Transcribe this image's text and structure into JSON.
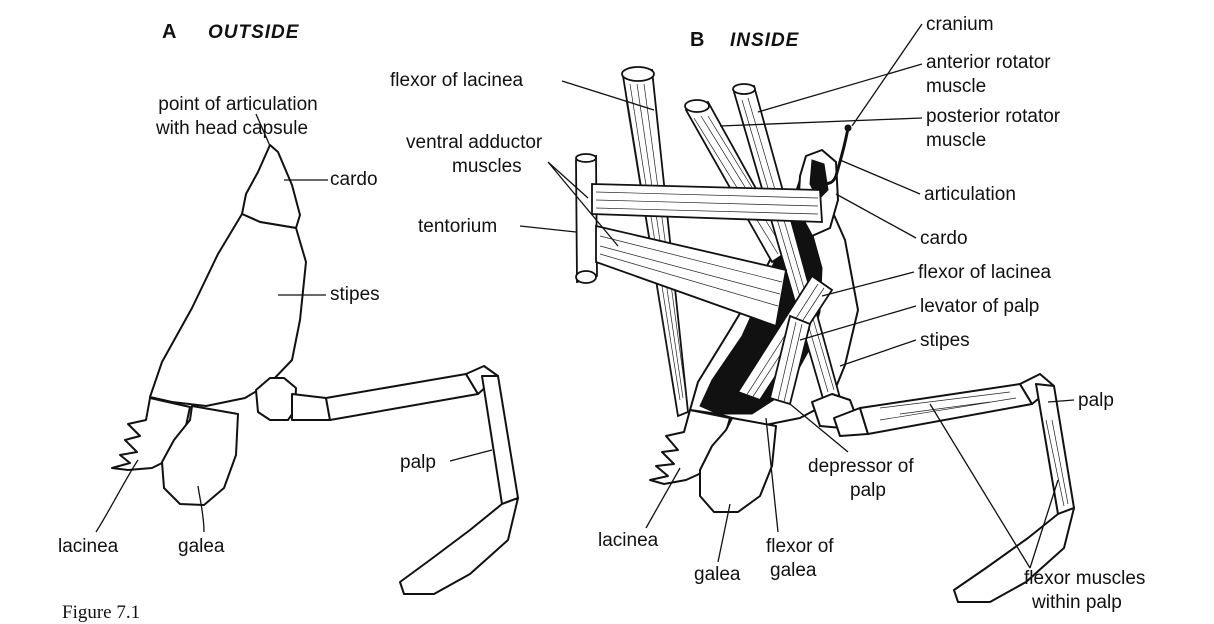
{
  "caption": "Figure 7.1",
  "panel_a": {
    "letter": "A",
    "title": "OUTSIDE",
    "labels": {
      "articulation_l1": "point of articulation",
      "articulation_l2": "with head capsule",
      "cardo": "cardo",
      "stipes": "stipes",
      "palp": "palp",
      "lacinea": "lacinea",
      "galea": "galea"
    }
  },
  "panel_b": {
    "letter": "B",
    "title": "INSIDE",
    "labels": {
      "flexor_lacinea_top": "flexor of lacinea",
      "ventral_adductor_l1": "ventral adductor",
      "ventral_adductor_l2": "muscles",
      "tentorium": "tentorium",
      "cranium": "cranium",
      "anterior_rotator_l1": "anterior rotator",
      "anterior_rotator_l2": "muscle",
      "posterior_rotator_l1": "posterior rotator",
      "posterior_rotator_l2": "muscle",
      "articulation": "articulation",
      "cardo": "cardo",
      "flexor_lacinea_right": "flexor of lacinea",
      "levator_palp": "levator of palp",
      "stipes": "stipes",
      "palp": "palp",
      "depressor_l1": "depressor of",
      "depressor_l2": "palp",
      "lacinea": "lacinea",
      "galea": "galea",
      "flexor_galea_l1": "flexor of",
      "flexor_galea_l2": "galea",
      "flexor_muscles_l1": "flexor muscles",
      "flexor_muscles_l2": "within palp"
    }
  }
}
